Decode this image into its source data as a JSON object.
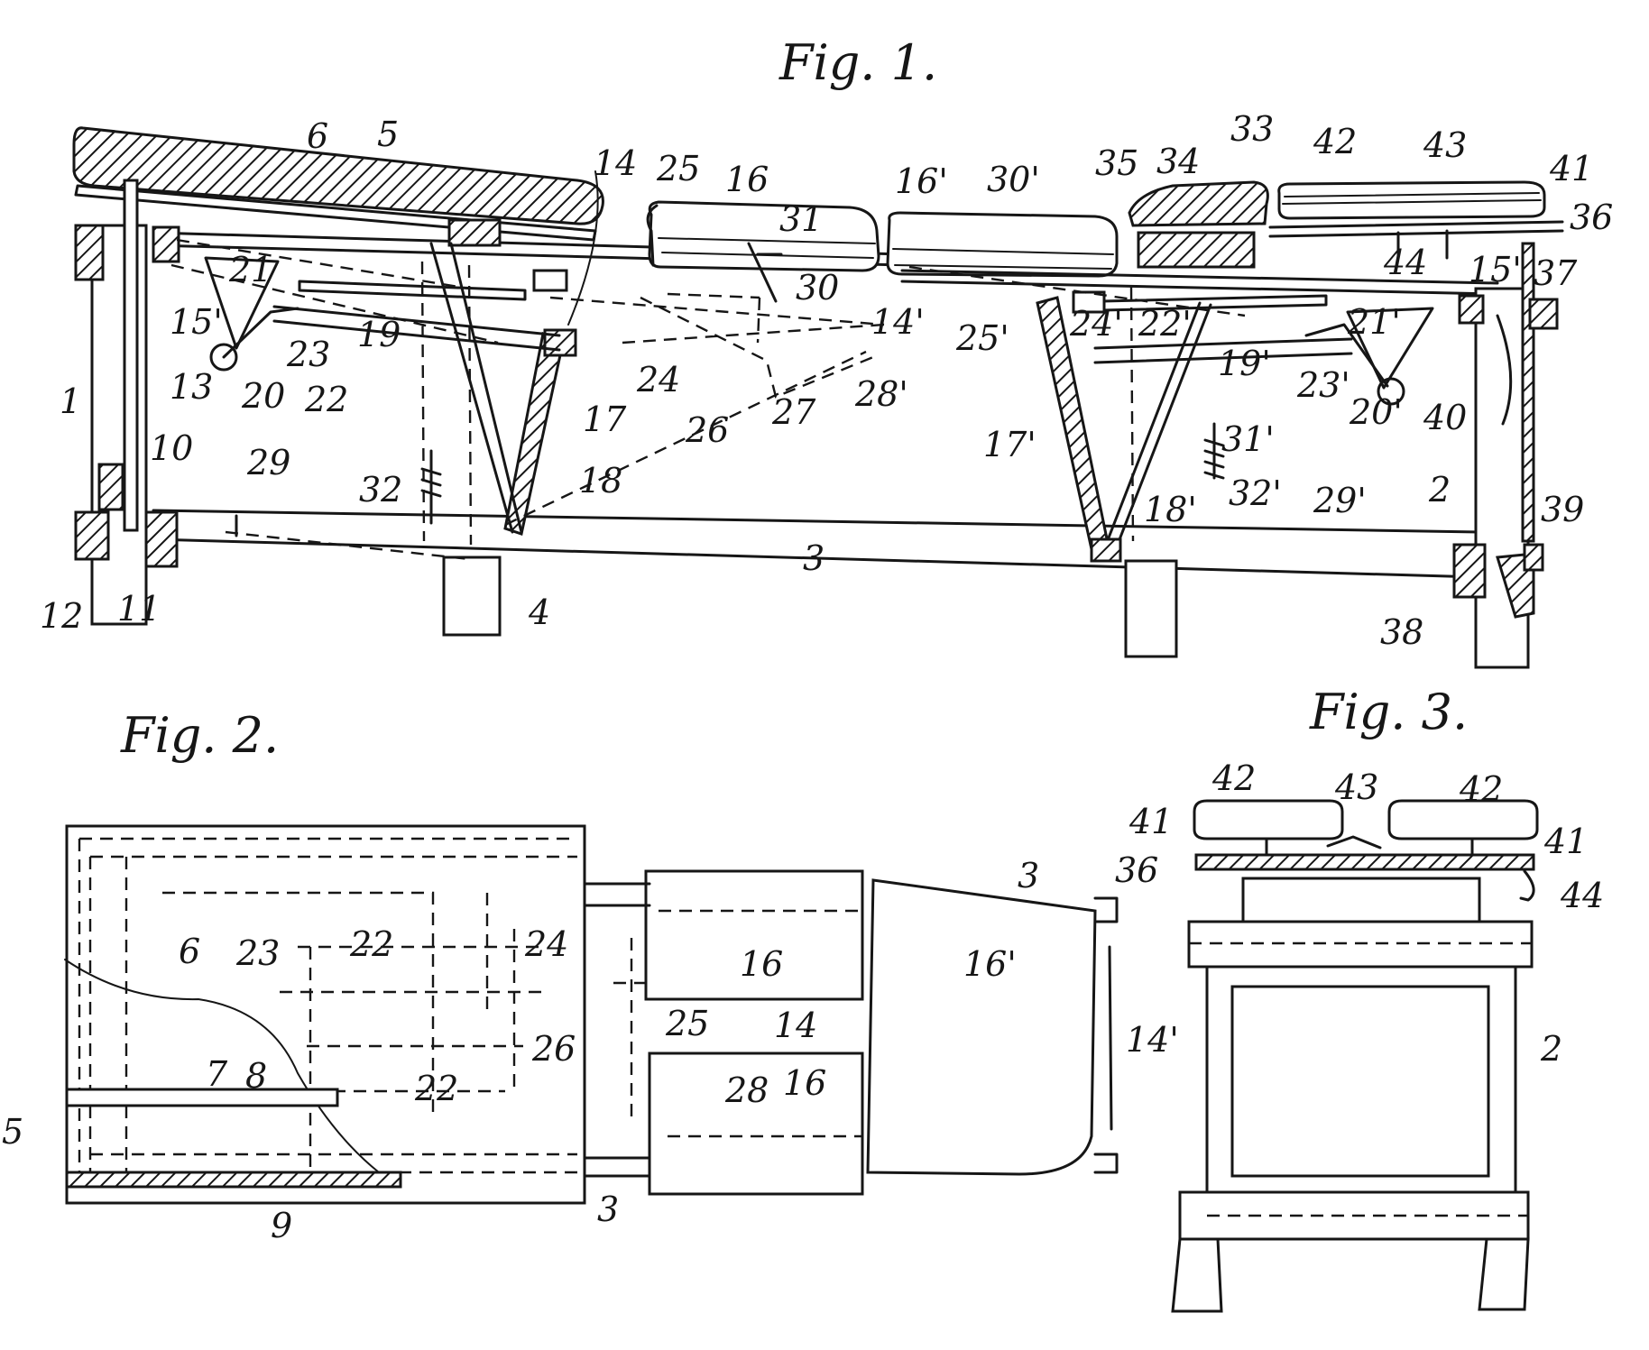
{
  "figures": {
    "fig1": {
      "title": "Fig. 1.",
      "labels": [
        "6",
        "5",
        "14",
        "25",
        "16",
        "16'",
        "30'",
        "35",
        "34",
        "33",
        "42",
        "43",
        "41",
        "36",
        "44",
        "37",
        "15'",
        "21",
        "15'",
        "13",
        "20",
        "23",
        "22",
        "19",
        "24",
        "31",
        "30",
        "14'",
        "25'",
        "24'",
        "22'",
        "19'",
        "23'",
        "20'",
        "21'",
        "40",
        "26",
        "27",
        "28'",
        "17",
        "18",
        "17'",
        "31'",
        "18'",
        "32'",
        "29'",
        "39",
        "29",
        "32",
        "2",
        "3",
        "4",
        "1",
        "10",
        "11",
        "12",
        "38"
      ]
    },
    "fig2": {
      "title": "Fig. 2.",
      "labels": [
        "6",
        "23",
        "22",
        "24",
        "26",
        "22",
        "7",
        "8",
        "5",
        "9",
        "3",
        "25",
        "28",
        "16",
        "14",
        "16",
        "16'",
        "3",
        "14'"
      ]
    },
    "fig3": {
      "title": "Fig. 3.",
      "labels": [
        "42",
        "43",
        "42",
        "41",
        "41",
        "36",
        "44",
        "2"
      ]
    }
  }
}
